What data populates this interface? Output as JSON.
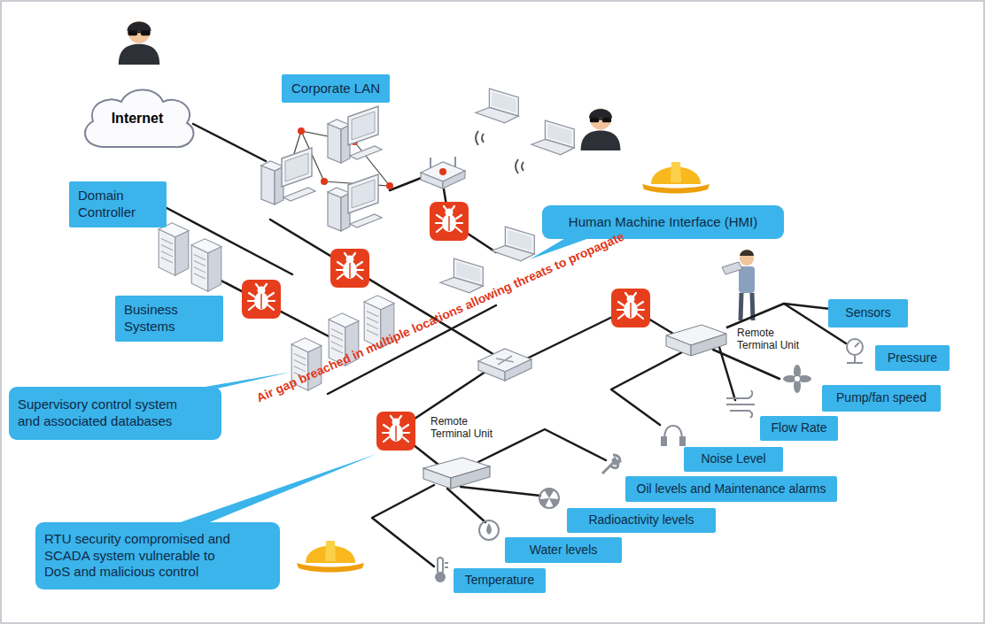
{
  "diagram": {
    "nodes": [
      {
        "text": [
          "Corporate LAN"
        ]
      },
      {
        "text": [
          "Internet"
        ]
      },
      {
        "text": [
          "Domain Controller"
        ]
      },
      {
        "text": [
          "Human Machine Interface (HMI)"
        ]
      },
      {
        "text": [
          "Business Systems"
        ]
      },
      {
        "text": [
          "Sensors"
        ]
      },
      {
        "text": [
          "Remote Terminal Unit"
        ]
      },
      {
        "text": [
          "Pressure"
        ]
      },
      {
        "text": [
          "Pump/fan speed"
        ]
      },
      {
        "text": [
          "Supervisory control system and associated databases"
        ]
      },
      {
        "text": [
          "Flow Rate"
        ]
      },
      {
        "text": [
          "Remote Terminal Unit"
        ]
      },
      {
        "text": [
          "Noise Level"
        ]
      },
      {
        "text": [
          "Oil levels and Maintenance alarms"
        ]
      },
      {
        "text": [
          "Radioactivity levels"
        ]
      },
      {
        "text": [
          "RTU security compromised and SCADA system vulnerable to DoS and malicious control"
        ]
      },
      {
        "text": [
          "Water levels"
        ]
      },
      {
        "text": [
          "Temperature"
        ]
      }
    ],
    "edges": [
      {
        "from": 6,
        "to": 5,
        "arrow": "none"
      }
    ],
    "labels": [
      "Air gap breached in multiple locations allowing threats to propagate"
    ]
  }
}
